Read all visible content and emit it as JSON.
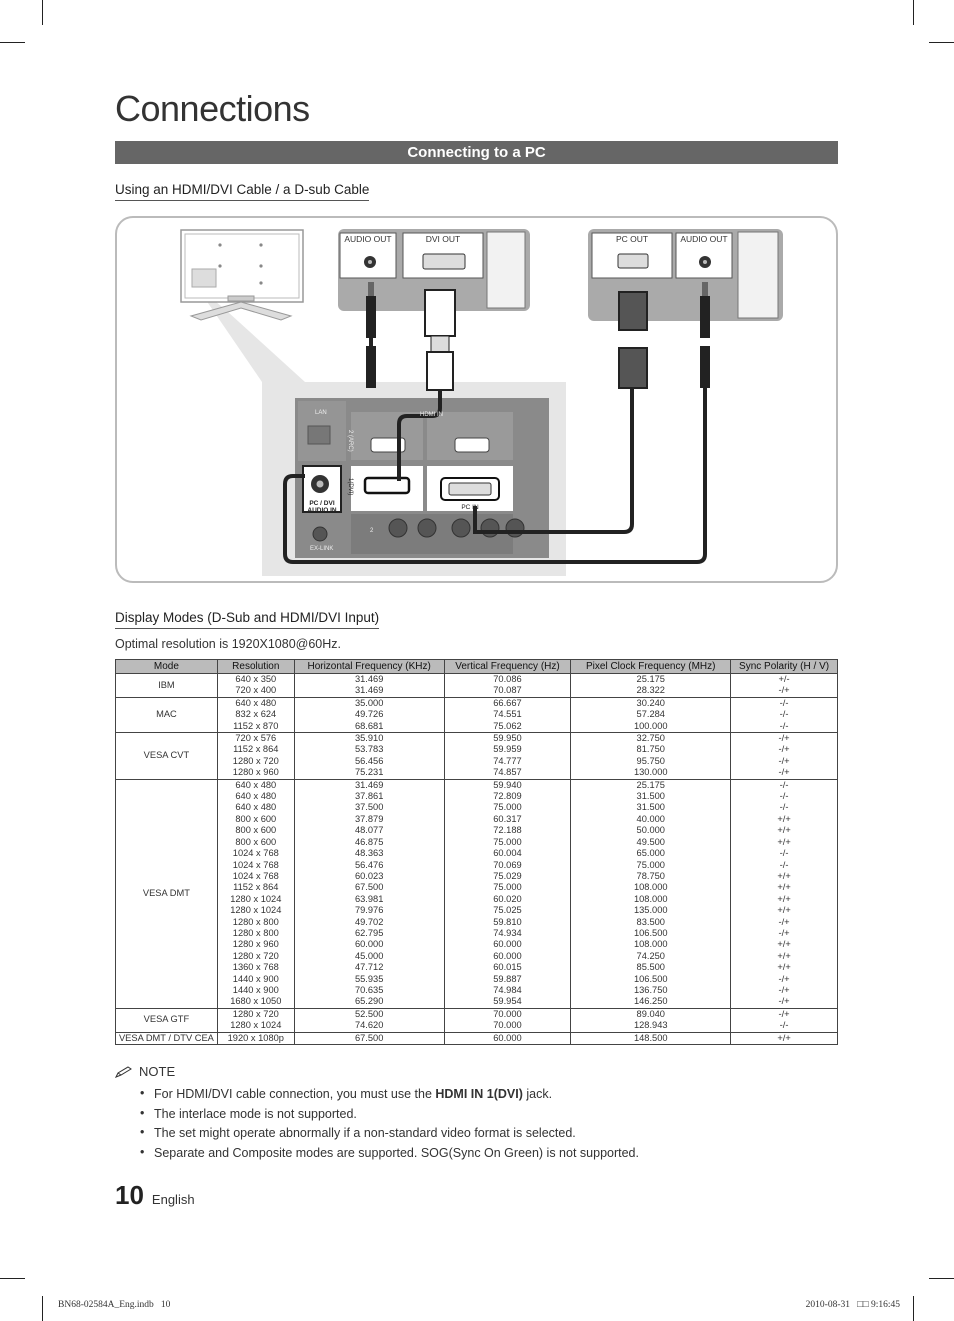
{
  "page": {
    "title": "Connections",
    "section_title": "Connecting to a PC",
    "subheading_cable": "Using an HDMI/DVI Cable / a D-sub Cable",
    "subheading_modes": "Display Modes (D-Sub and HDMI/DVI Input)",
    "optimal_resolution": "Optimal resolution is 1920X1080@60Hz."
  },
  "diagram": {
    "pc1_labels": [
      "AUDIO OUT",
      "DVI OUT"
    ],
    "pc2_labels": [
      "PC OUT",
      "AUDIO OUT"
    ],
    "panel_labels": {
      "lan": "LAN",
      "hdmi_in": "HDMI IN",
      "port_2_arc": "2 (ARC)",
      "port_1_dvi": "1(DVI)",
      "audio_in_line1": "PC / DVI",
      "audio_in_line2": "AUDIO IN",
      "pc_in": "PC IN",
      "ex_link": "EX-LINK",
      "av_num": "2"
    }
  },
  "table": {
    "headers": [
      "Mode",
      "Resolution",
      "Horizontal Frequency (KHz)",
      "Vertical Frequency (Hz)",
      "Pixel Clock Frequency (MHz)",
      "Sync Polarity (H / V)"
    ],
    "groups": [
      {
        "mode": "IBM",
        "rows": [
          [
            "640 x 350",
            "31.469",
            "70.086",
            "25.175",
            "+/-"
          ],
          [
            "720 x 400",
            "31.469",
            "70.087",
            "28.322",
            "-/+"
          ]
        ]
      },
      {
        "mode": "MAC",
        "rows": [
          [
            "640 x 480",
            "35.000",
            "66.667",
            "30.240",
            "-/-"
          ],
          [
            "832 x 624",
            "49.726",
            "74.551",
            "57.284",
            "-/-"
          ],
          [
            "1152 x 870",
            "68.681",
            "75.062",
            "100.000",
            "-/-"
          ]
        ]
      },
      {
        "mode": "VESA CVT",
        "rows": [
          [
            "720 x 576",
            "35.910",
            "59.950",
            "32.750",
            "-/+"
          ],
          [
            "1152 x 864",
            "53.783",
            "59.959",
            "81.750",
            "-/+"
          ],
          [
            "1280 x 720",
            "56.456",
            "74.777",
            "95.750",
            "-/+"
          ],
          [
            "1280 x 960",
            "75.231",
            "74.857",
            "130.000",
            "-/+"
          ]
        ]
      },
      {
        "mode": "VESA DMT",
        "rows": [
          [
            "640 x 480",
            "31.469",
            "59.940",
            "25.175",
            "-/-"
          ],
          [
            "640 x 480",
            "37.861",
            "72.809",
            "31.500",
            "-/-"
          ],
          [
            "640 x 480",
            "37.500",
            "75.000",
            "31.500",
            "-/-"
          ],
          [
            "800 x 600",
            "37.879",
            "60.317",
            "40.000",
            "+/+"
          ],
          [
            "800 x 600",
            "48.077",
            "72.188",
            "50.000",
            "+/+"
          ],
          [
            "800 x 600",
            "46.875",
            "75.000",
            "49.500",
            "+/+"
          ],
          [
            "1024 x 768",
            "48.363",
            "60.004",
            "65.000",
            "-/-"
          ],
          [
            "1024 x 768",
            "56.476",
            "70.069",
            "75.000",
            "-/-"
          ],
          [
            "1024 x 768",
            "60.023",
            "75.029",
            "78.750",
            "+/+"
          ],
          [
            "1152 x 864",
            "67.500",
            "75.000",
            "108.000",
            "+/+"
          ],
          [
            "1280 x 1024",
            "63.981",
            "60.020",
            "108.000",
            "+/+"
          ],
          [
            "1280 x 1024",
            "79.976",
            "75.025",
            "135.000",
            "+/+"
          ],
          [
            "1280 x 800",
            "49.702",
            "59.810",
            "83.500",
            "-/+"
          ],
          [
            "1280 x 800",
            "62.795",
            "74.934",
            "106.500",
            "-/+"
          ],
          [
            "1280 x 960",
            "60.000",
            "60.000",
            "108.000",
            "+/+"
          ],
          [
            "1280 x 720",
            "45.000",
            "60.000",
            "74.250",
            "+/+"
          ],
          [
            "1360 x 768",
            "47.712",
            "60.015",
            "85.500",
            "+/+"
          ],
          [
            "1440 x 900",
            "55.935",
            "59.887",
            "106.500",
            "-/+"
          ],
          [
            "1440 x 900",
            "70.635",
            "74.984",
            "136.750",
            "-/+"
          ],
          [
            "1680 x 1050",
            "65.290",
            "59.954",
            "146.250",
            "-/+"
          ]
        ]
      },
      {
        "mode": "VESA GTF",
        "rows": [
          [
            "1280 x 720",
            "52.500",
            "70.000",
            "89.040",
            "-/+"
          ],
          [
            "1280 x 1024",
            "74.620",
            "70.000",
            "128.943",
            "-/-"
          ]
        ]
      },
      {
        "mode": "VESA DMT / DTV CEA",
        "rows": [
          [
            "1920 x 1080p",
            "67.500",
            "60.000",
            "148.500",
            "+/+"
          ]
        ]
      }
    ]
  },
  "note": {
    "heading": "NOTE",
    "item1_before": "For HDMI/DVI cable connection, you must use the ",
    "item1_bold": "HDMI IN 1(DVI)",
    "item1_after": " jack.",
    "item2": "The interlace mode is not supported.",
    "item3": "The set might operate abnormally if a non-standard video format is selected.",
    "item4": "Separate and Composite modes are supported. SOG(Sync On Green) is not supported."
  },
  "footer": {
    "page_number": "10",
    "language": "English",
    "file_name": "BN68-02584A_Eng.indb   10",
    "timestamp": "2010-08-31   □□ 9:16:45"
  }
}
